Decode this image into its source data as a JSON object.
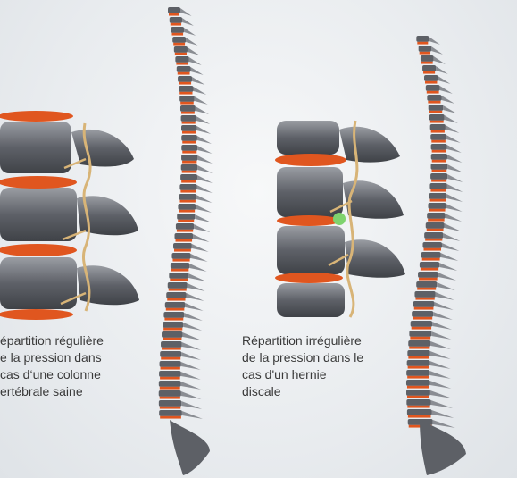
{
  "captions": {
    "left": {
      "lines": [
        "épartition régulière",
        "e la pression dans",
        "cas d‘une colonne",
        "ertébrale saine"
      ]
    },
    "right": {
      "lines": [
        "Répartition irrégulière",
        "de la pression dans le",
        "cas d'un hernie",
        "discale"
      ]
    }
  },
  "colors": {
    "vertebra": "#5d6066",
    "vertebra_light": "#8a8d93",
    "disc": "#e0561f",
    "nerve": "#d8b477",
    "herniation": "#7fd36e"
  },
  "icons": {
    "healthy_closeup": "vertebrae-closeup-healthy-illustration",
    "hernia_closeup": "vertebrae-closeup-hernia-illustration",
    "spine_left": "full-spine-illustration",
    "spine_right": "full-spine-illustration"
  }
}
